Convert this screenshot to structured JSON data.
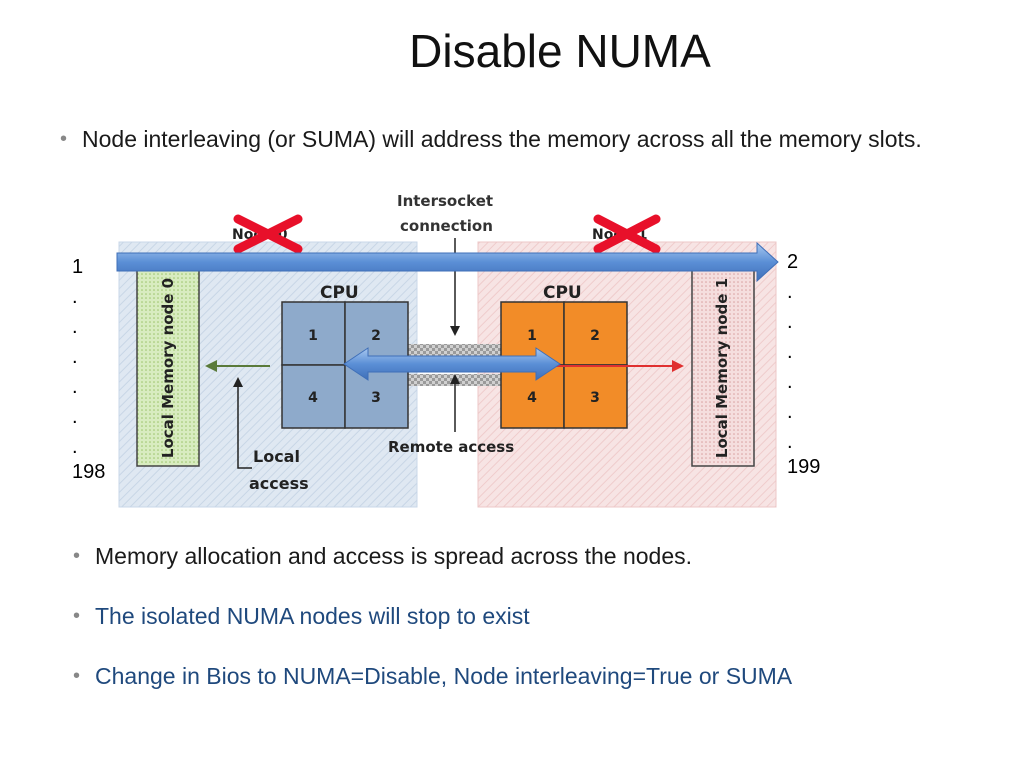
{
  "slide": {
    "title": "Disable NUMA",
    "bullets": [
      "Node interleaving (or SUMA) will address the memory across all the memory slots.",
      "Memory allocation and access is spread across the nodes.",
      "The isolated NUMA nodes will stop to exist",
      "Change in Bios to NUMA=Disable, Node interleaving=True or SUMA"
    ]
  },
  "diagram": {
    "intersocket_line1": "Intersocket",
    "intersocket_line2": "connection",
    "node0_label": "Node 0",
    "node1_label": "Node 1",
    "cpu0_label": "CPU",
    "cpu1_label": "CPU",
    "cpu_cells": [
      "1",
      "2",
      "4",
      "3"
    ],
    "local_memory_0": "Local Memory node 0",
    "local_memory_1": "Local Memory node 1",
    "local_access_line1": "Local",
    "local_access_line2": "access",
    "remote_access": "Remote access",
    "left_slots": {
      "start": "1",
      "end": "198",
      "dots": [
        ".",
        ".",
        ".",
        ".",
        ".",
        "."
      ]
    },
    "right_slots": {
      "start": "2",
      "end": "199",
      "dots": [
        ".",
        ".",
        ".",
        ".",
        ".",
        "."
      ]
    },
    "colors": {
      "node0_bg": "#dfe8f2",
      "node1_bg": "#f6e0e0",
      "cpu0_fill": "#8eaacb",
      "cpu1_fill": "#f28c28",
      "mem0_fill": "#cfe6b4",
      "mem1_fill": "#f3d7d7",
      "interleave_arrow": "#5b8fd6",
      "remote_arrow": "#e03030",
      "local_arrow": "#5a7a3a",
      "cross": "#e8102a"
    }
  }
}
